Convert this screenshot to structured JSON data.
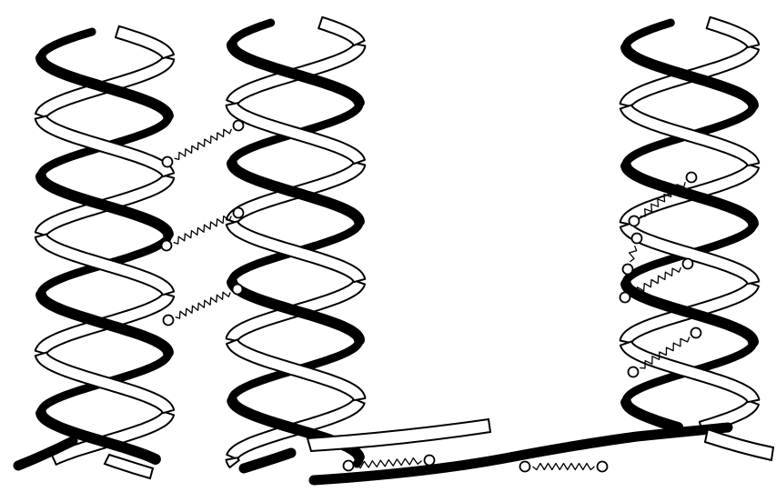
{
  "figure": {
    "description_text": "",
    "colors": {
      "ink": "#000000",
      "paper": "#ffffff"
    },
    "helices": [
      {
        "name": "left-double-helix",
        "turns": 3.5
      },
      {
        "name": "middle-double-helix",
        "turns": 3.5
      },
      {
        "name": "right-double-helix",
        "turns": 3.5
      }
    ],
    "crosslinks_between_left_and_middle": 3,
    "crosslinks_on_right_helix": 4,
    "crosslinks_on_unwound_strands": 2
  }
}
